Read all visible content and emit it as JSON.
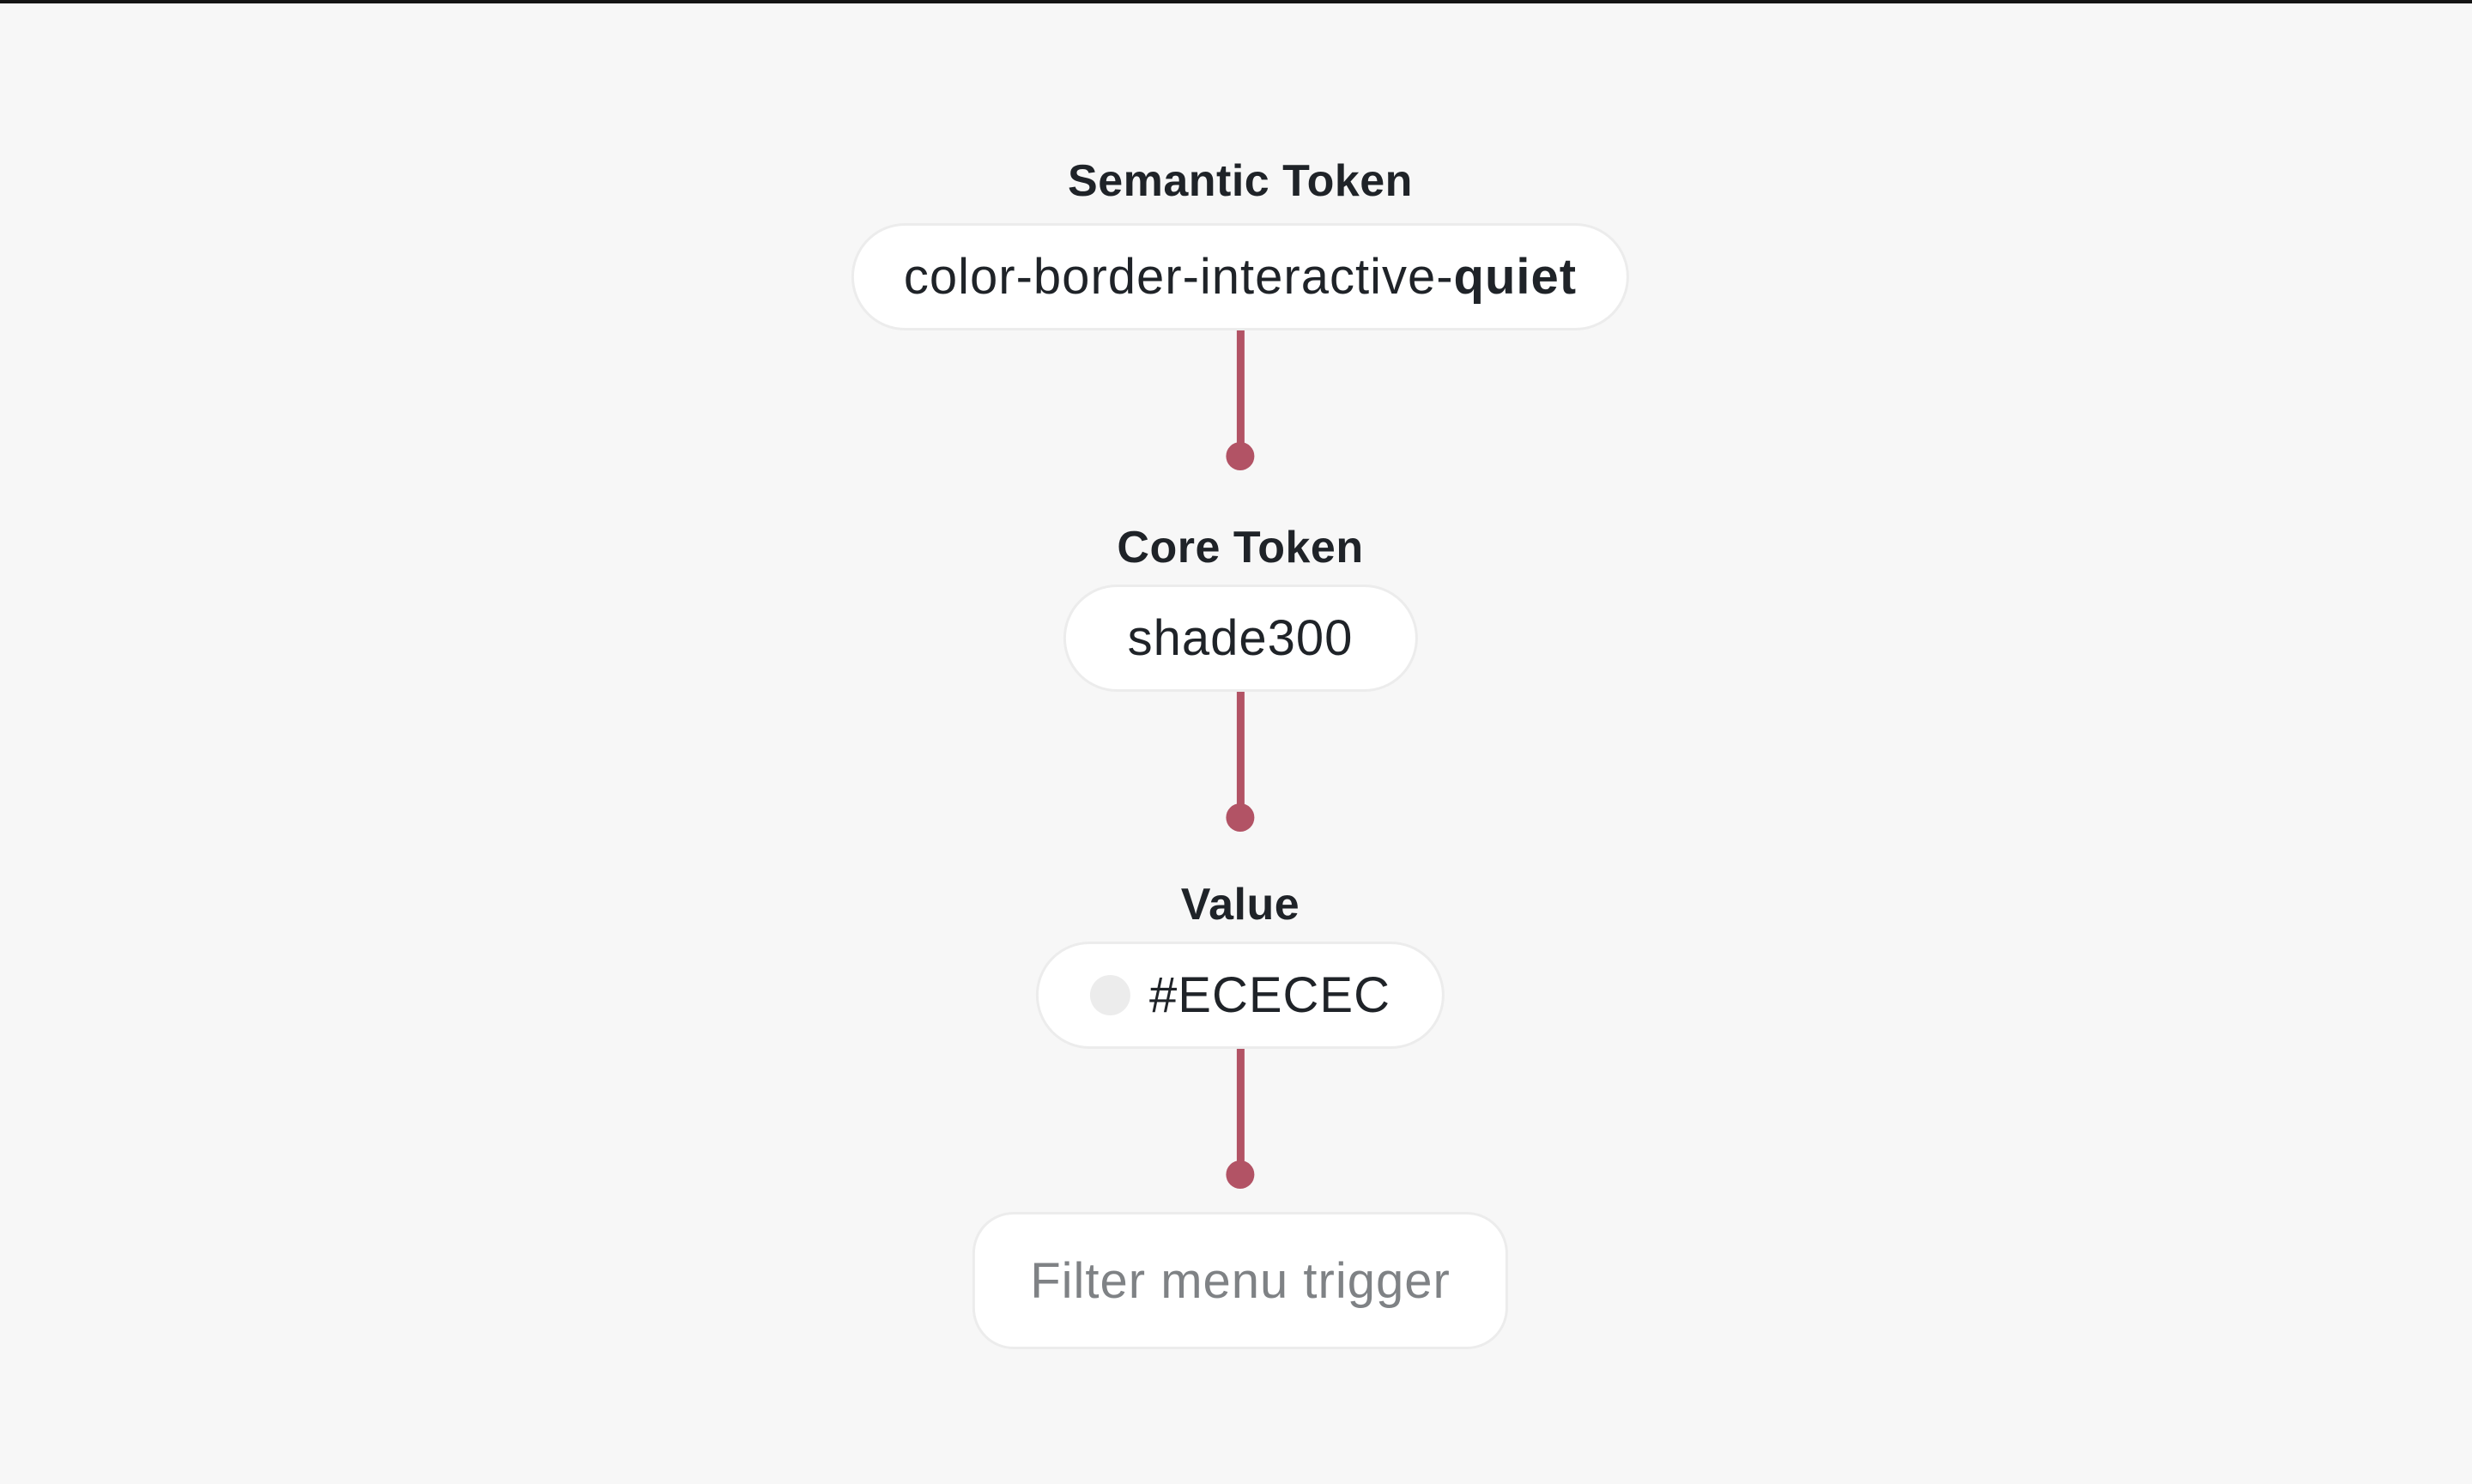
{
  "page": {
    "background_color": "#F7F7F7",
    "top_edge_color": "#141414"
  },
  "diagram": {
    "connector_color": "#B25365",
    "semantic": {
      "label": "Semantic Token",
      "value_prefix": "color-border-interactive-",
      "value_bold": "quiet"
    },
    "core": {
      "label": "Core Token",
      "value": "shade300"
    },
    "value": {
      "label": "Value",
      "value": "#ECECEC",
      "swatch_color": "#ECECEC"
    },
    "trigger": {
      "label": "Filter menu trigger"
    }
  }
}
